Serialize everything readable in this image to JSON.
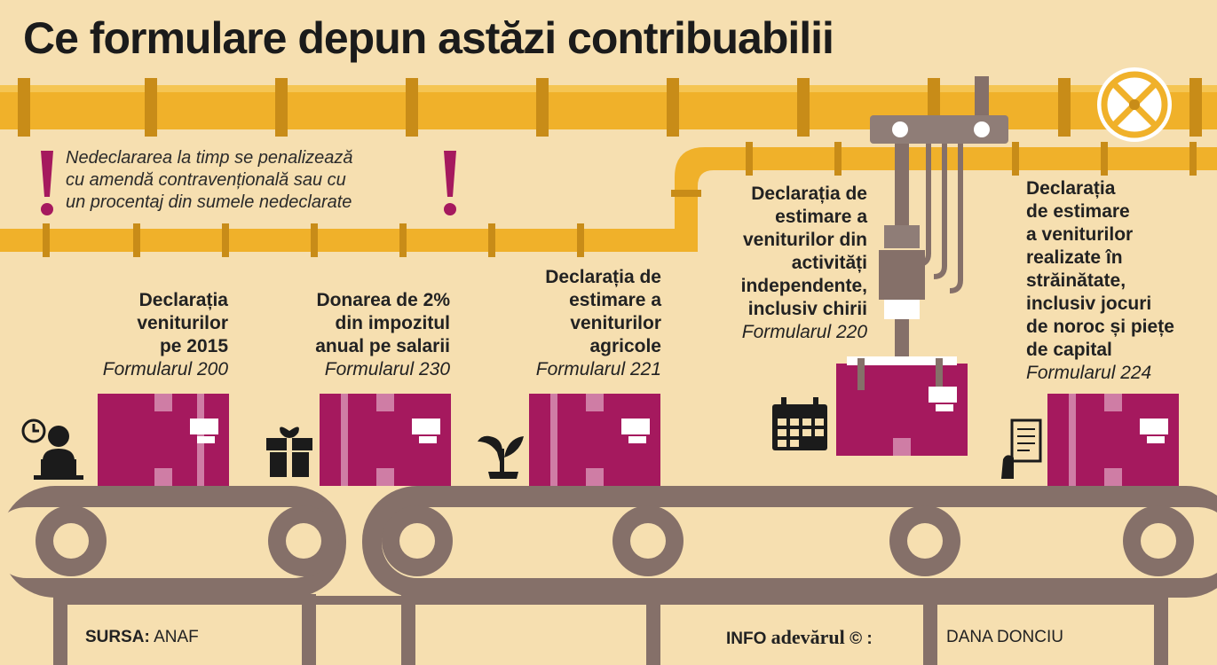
{
  "title": "Ce formulare depun astăzi contribuabilii",
  "warning": {
    "lines": [
      "Nedeclararea la timp se penalizează",
      "cu amendă contravențională sau cu",
      "un procentaj din sumele nedeclarate"
    ],
    "mark": "!"
  },
  "forms": [
    {
      "lines": [
        "Declarația",
        "veniturilor",
        "pe 2015"
      ],
      "form": "Formularul 200",
      "icon": "clock-person-laptop-icon"
    },
    {
      "lines": [
        "Donarea de 2%",
        "din impozitul",
        "anual pe salarii"
      ],
      "form": "Formularul 230",
      "icon": "gift-icon"
    },
    {
      "lines": [
        "Declarația de",
        "estimare a",
        "veniturilor",
        "agricole"
      ],
      "form": "Formularul 221",
      "icon": "plant-icon"
    },
    {
      "lines": [
        "Declarația de",
        "estimare a",
        "veniturilor din",
        "activități",
        "independente,",
        "inclusiv chirii"
      ],
      "form": "Formularul 220",
      "icon": "calendar-icon"
    },
    {
      "lines": [
        "Declarația",
        "de estimare",
        "a veniturilor",
        "realizate în",
        "străinătate,",
        "inclusiv jocuri",
        "de noroc și piețe",
        "de capital"
      ],
      "form": "Formularul 224",
      "icon": "document-hand-icon"
    }
  ],
  "footer": {
    "source_label": "SURSA:",
    "source_value": "ANAF",
    "info_label": "INFO",
    "brand": "adevărul",
    "copyright": "© :",
    "author": "DANA DONCIU"
  },
  "colors": {
    "background": "#f6dfb0",
    "pipe": "#f0b12a",
    "pipe_joint": "#c88c18",
    "box": "#a5195e",
    "belt": "#857069",
    "exclamation": "#a5195e"
  }
}
